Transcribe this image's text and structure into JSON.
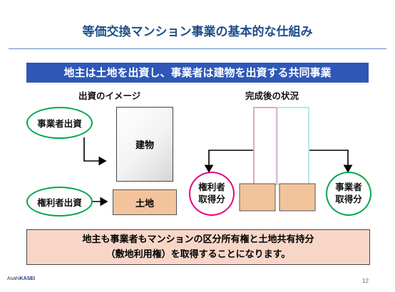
{
  "slide": {
    "title": "等価交換マンション事業の基本的な仕組み",
    "banner": "地主は土地を出資し、事業者は建物を出資する共同事業",
    "left_section": {
      "label": "出資のイメージ",
      "developer_contribution": "事業者出資",
      "landowner_contribution": "権利者出資",
      "building_label": "建物",
      "land_label": "土地"
    },
    "right_section": {
      "label": "完成後の状況",
      "landowner_share": [
        "権利者",
        "取得分"
      ],
      "developer_share": [
        "事業者",
        "取得分"
      ]
    },
    "summary": {
      "line1": "地主も事業者もマンションの区分所有権と土地共有持分",
      "line2": "（敷地利用権）を取得することになります。"
    },
    "footer": {
      "logo_prefix": "Asahi",
      "logo_brand": "KASEI",
      "page_number": "12"
    },
    "colors": {
      "title": "#1f4e8a",
      "banner_bg": "#2e57b8",
      "green_oval": "#00a84f",
      "pink_oval": "#e6007e",
      "land_fill": "#f3c49b",
      "summary_bg": "#f8d6c7",
      "pink_tower": "#e7a5c6",
      "cyan_tower": "#b6e6ef"
    }
  }
}
